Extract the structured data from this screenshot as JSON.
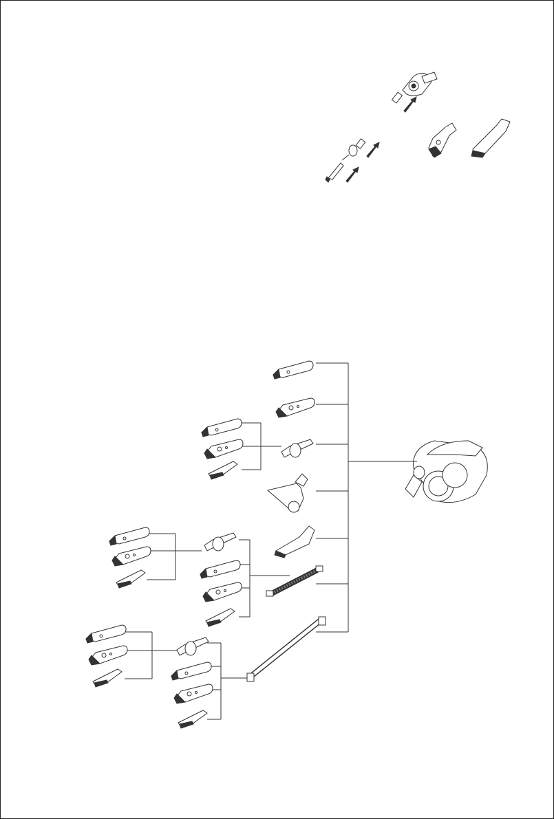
{
  "figure": {
    "assembly": {
      "parts": [
        "crevice-tool",
        "wand-connector",
        "extension-wand",
        "power-nozzle-head",
        "pet-tool",
        "dusting-brush"
      ],
      "arrows": 3
    },
    "compatibility_chart": {
      "main_unit": "handheld-vacuum",
      "direct_attachments": [
        "crevice-tool",
        "brush-tool",
        "adapter",
        "pet-tool",
        "dusting-brush",
        "flexible-hose",
        "extension-wand"
      ],
      "adapter_accepts": [
        "crevice-tool",
        "brush-tool",
        "dusting-brush"
      ],
      "hose_accepts": [
        "adapter",
        "crevice-tool",
        "brush-tool",
        "dusting-brush"
      ],
      "wand_accepts": [
        "adapter",
        "crevice-tool",
        "brush-tool",
        "dusting-brush"
      ]
    }
  },
  "colors": {
    "line": "#333333",
    "background": "#ffffff"
  }
}
